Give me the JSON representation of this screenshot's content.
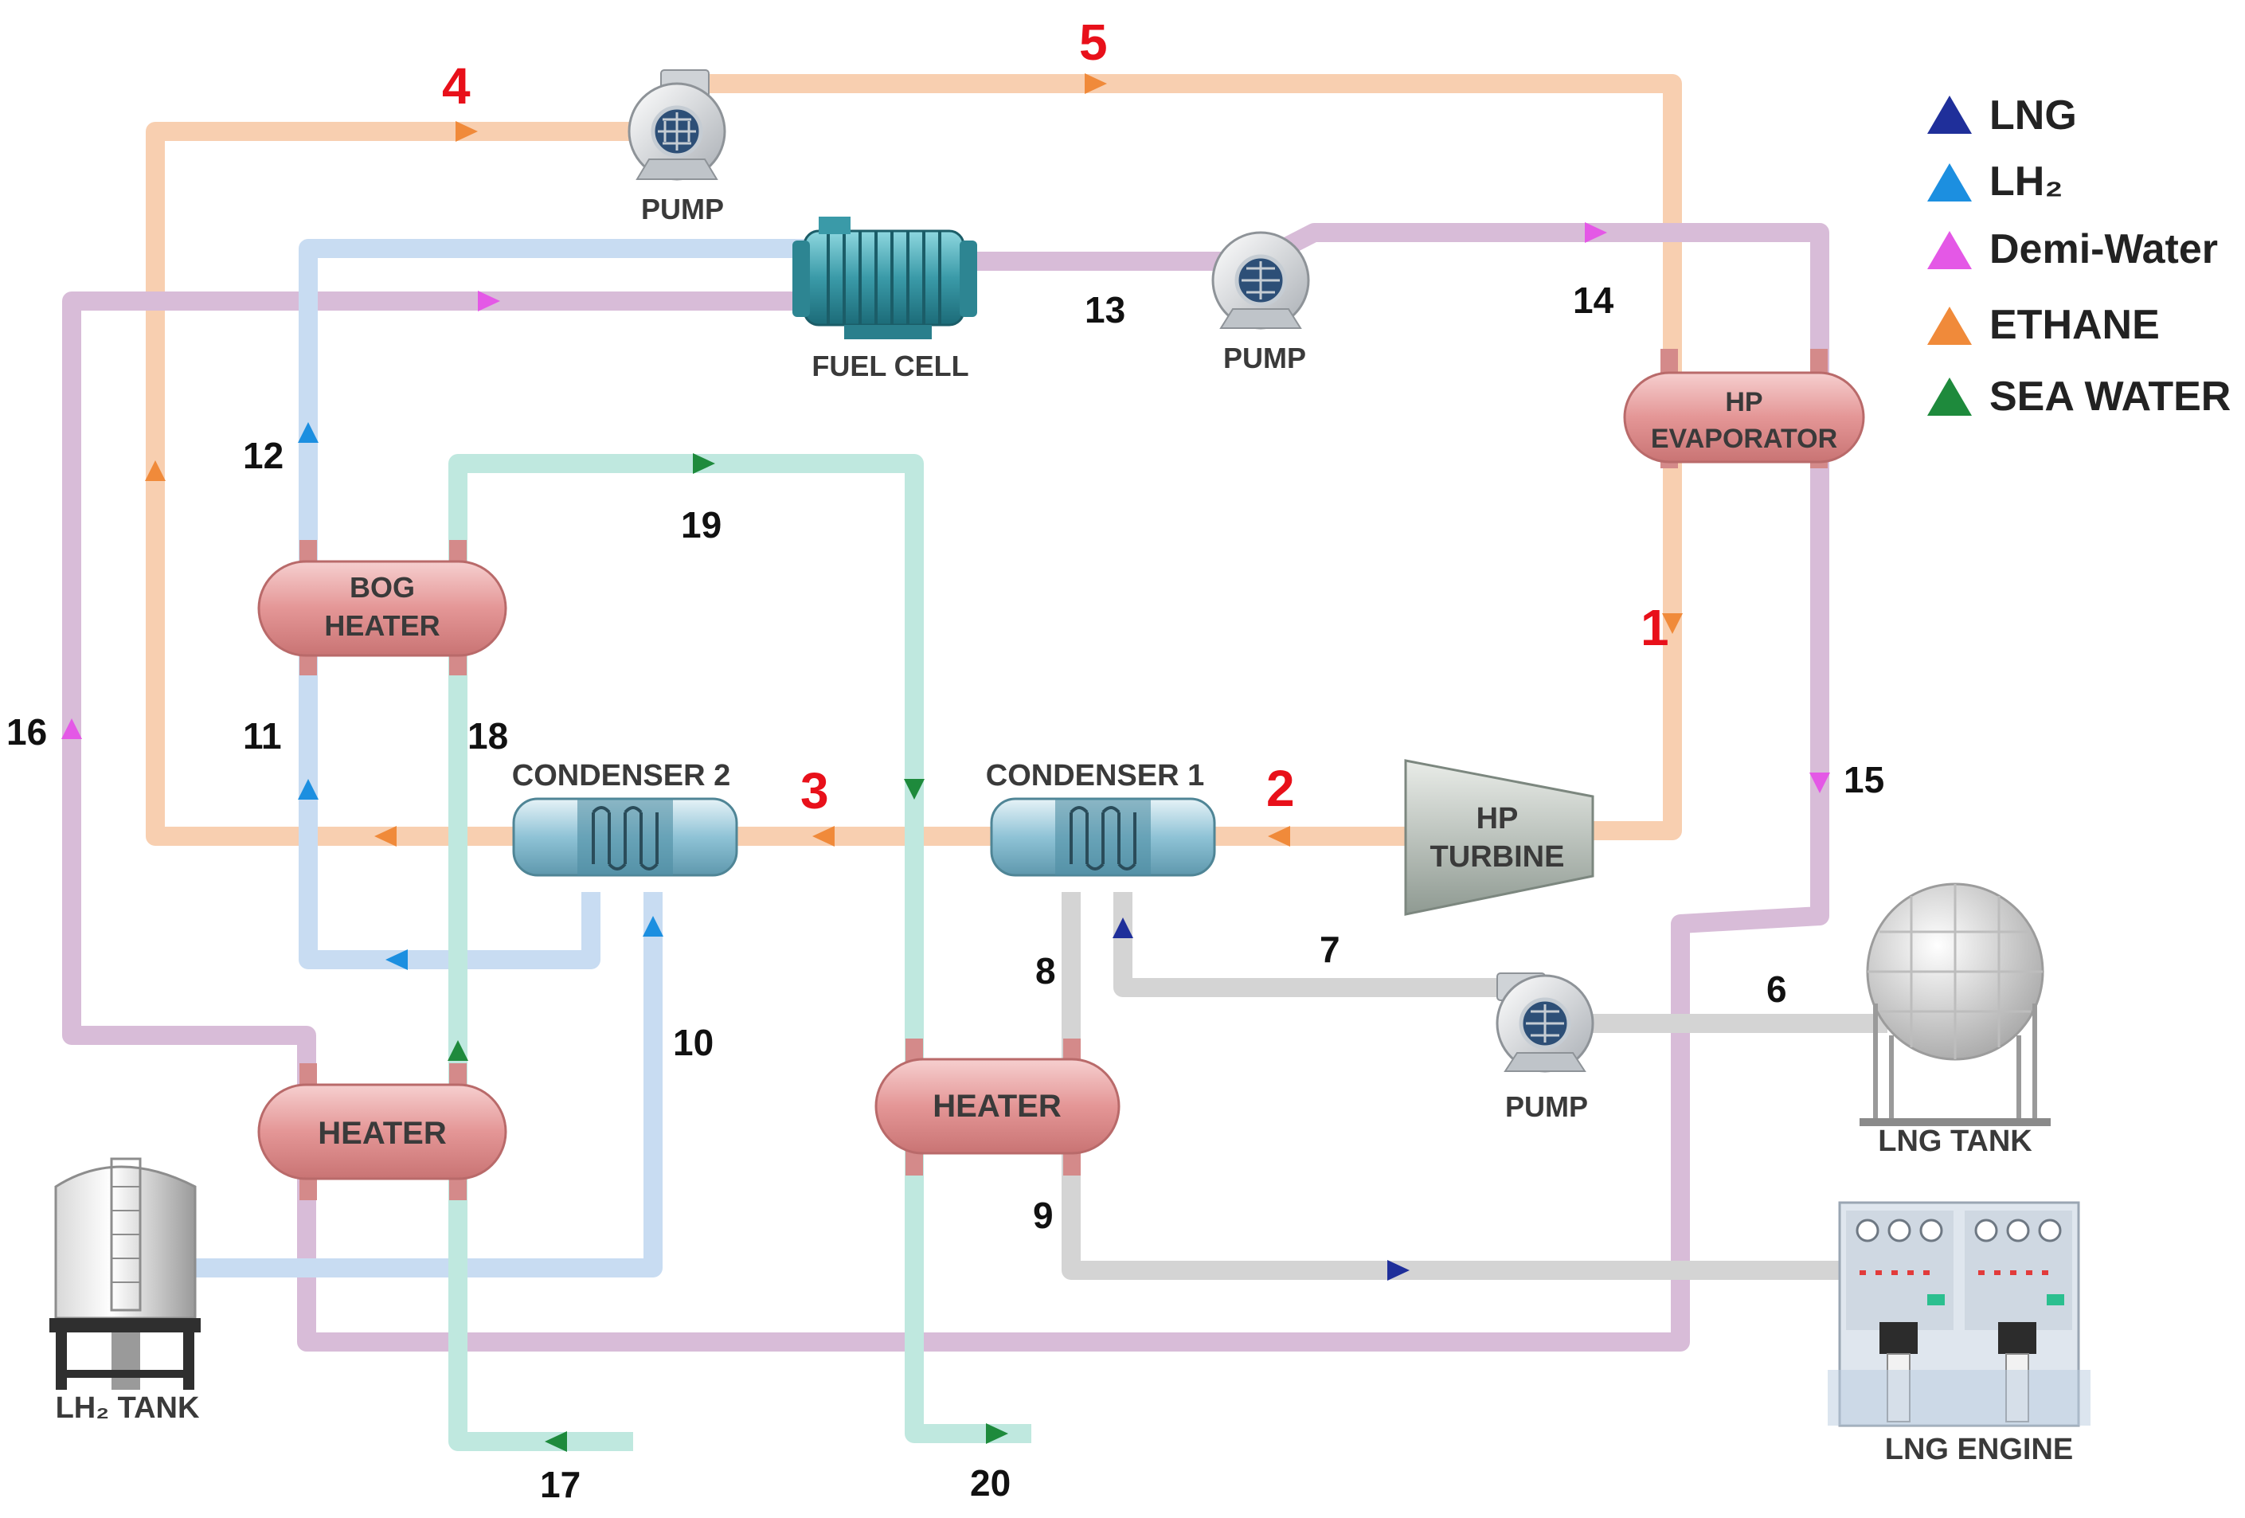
{
  "legend": [
    {
      "label": "LNG",
      "color": "#1f2f9a"
    },
    {
      "label": "LH₂",
      "color": "#1c8fe0"
    },
    {
      "label": "Demi-Water",
      "color": "#e458e6"
    },
    {
      "label": "ETHANE",
      "color": "#f08a3a"
    },
    {
      "label": "SEA WATER",
      "color": "#1e8a3c"
    }
  ],
  "equipment": {
    "pump_top": "PUMP",
    "pump_mid": "PUMP",
    "pump_lng": "PUMP",
    "fuel_cell": "FUEL CELL",
    "hp_evaporator_l1": "HP",
    "hp_evaporator_l2": "EVAPORATOR",
    "bog_heater_l1": "BOG",
    "bog_heater_l2": "HEATER",
    "condenser2": "CONDENSER 2",
    "condenser1": "CONDENSER 1",
    "hp_turbine_l1": "HP",
    "hp_turbine_l2": "TURBINE",
    "heater_left": "HEATER",
    "heater_mid": "HEATER",
    "lng_tank": "LNG TANK",
    "lh2_tank": "LH₂ TANK",
    "lng_engine": "LNG ENGINE"
  },
  "ethane_states": [
    "1",
    "2",
    "3",
    "4",
    "5"
  ],
  "streams": [
    "6",
    "7",
    "8",
    "9",
    "10",
    "11",
    "12",
    "13",
    "14",
    "15",
    "16",
    "17",
    "18",
    "19",
    "20"
  ],
  "colors": {
    "ethane_pipe": "#f8cfb0",
    "demi_pipe": "#d8bcd8",
    "lh2_pipe": "#c8dcf2",
    "lng_pipe": "#d4d4d4",
    "sea_pipe": "#bfe8df",
    "heater_body": "#e8a6a6"
  }
}
